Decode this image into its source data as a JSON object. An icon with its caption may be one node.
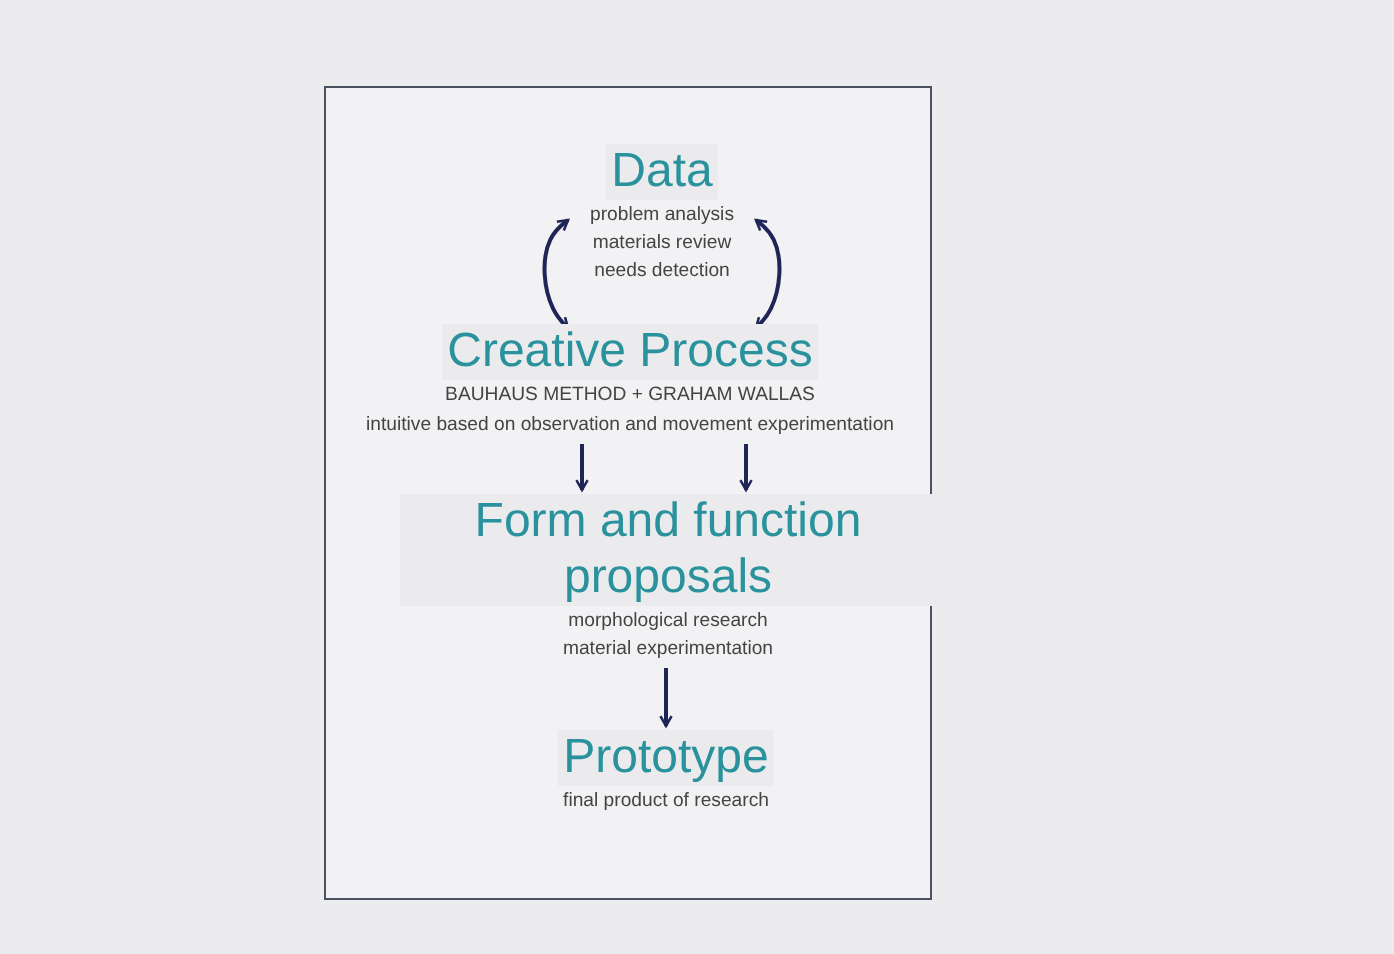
{
  "diagram": {
    "nodes": [
      {
        "text": [
          "Data",
          "problem analysis materials review needs detection"
        ]
      },
      {
        "text": [
          "Creative Process",
          "BAUHAUS METHOD +  GRAHAM WALLAS",
          "intuitive based on observation and movement experimentation"
        ]
      },
      {
        "text": [
          "Form and function proposals",
          "morphological research material experimentation"
        ]
      },
      {
        "text": [
          "Prototype",
          "final product of research"
        ]
      }
    ],
    "edges": [
      {
        "from": 0,
        "to": 1,
        "arrow": "both"
      },
      {
        "from": 0,
        "to": 1,
        "arrow": "both"
      },
      {
        "from": 1,
        "to": 2,
        "arrow": "to"
      },
      {
        "from": 1,
        "to": 2,
        "arrow": "to"
      },
      {
        "from": 2,
        "to": 3,
        "arrow": "to"
      }
    ]
  }
}
